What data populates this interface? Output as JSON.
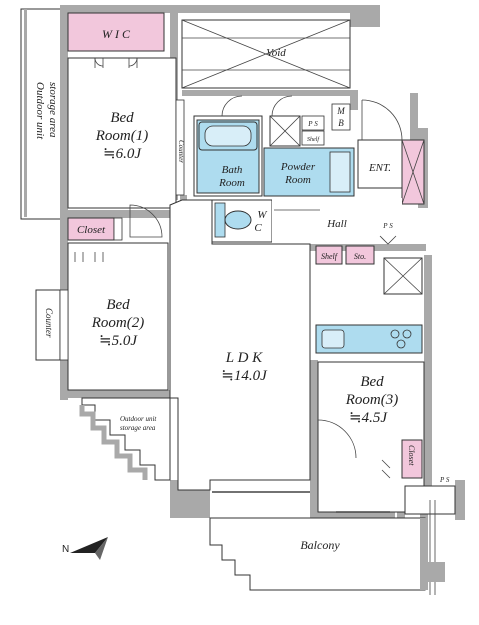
{
  "title": "",
  "rooms": {
    "wic": "W I C",
    "void": "Void",
    "bed1_a": "Bed",
    "bed1_b": "Room(1)",
    "bed1_size": "≒6.0J",
    "counter_bed1": "Counter",
    "mb_m": "M",
    "mb_b": "B",
    "ps_top": "P S",
    "shelf_top": "Shelf",
    "bath_a": "Bath",
    "bath_b": "Room",
    "powder_a": "Powder",
    "powder_b": "Room",
    "ent": "ENT.",
    "outdoor_unit_left": "Outdoor unit",
    "storage_area_left": "storage area",
    "closet_left": "Closet",
    "wc_w": "W",
    "wc_c": "C",
    "hall": "Hall",
    "ps_hall": "P S",
    "shelf_hall": "Shelf",
    "sto": "Sto.",
    "bed2_a": "Bed",
    "bed2_b": "Room(2)",
    "bed2_size": "≒5.0J",
    "counter_bed2": "Counter",
    "ldk": "L D K",
    "ldk_size": "≒14.0J",
    "bed3_a": "Bed",
    "bed3_b": "Room(3)",
    "bed3_size": "≒4.5J",
    "closet_right": "Closet",
    "outdoor_unit_small": "Outdoor unit",
    "storage_area_small": "storage area",
    "ps_bottom": "P S",
    "balcony": "Balcony"
  },
  "colors": {
    "wall": "#a9a9a9",
    "pink": "#f2c7dc",
    "blue": "#aedcef",
    "floor": "#ffffff"
  },
  "icons": [
    "north-arrow-icon",
    "bathtub-icon",
    "toilet-icon",
    "sink-icon",
    "stove-icon",
    "door-swing-icon"
  ]
}
